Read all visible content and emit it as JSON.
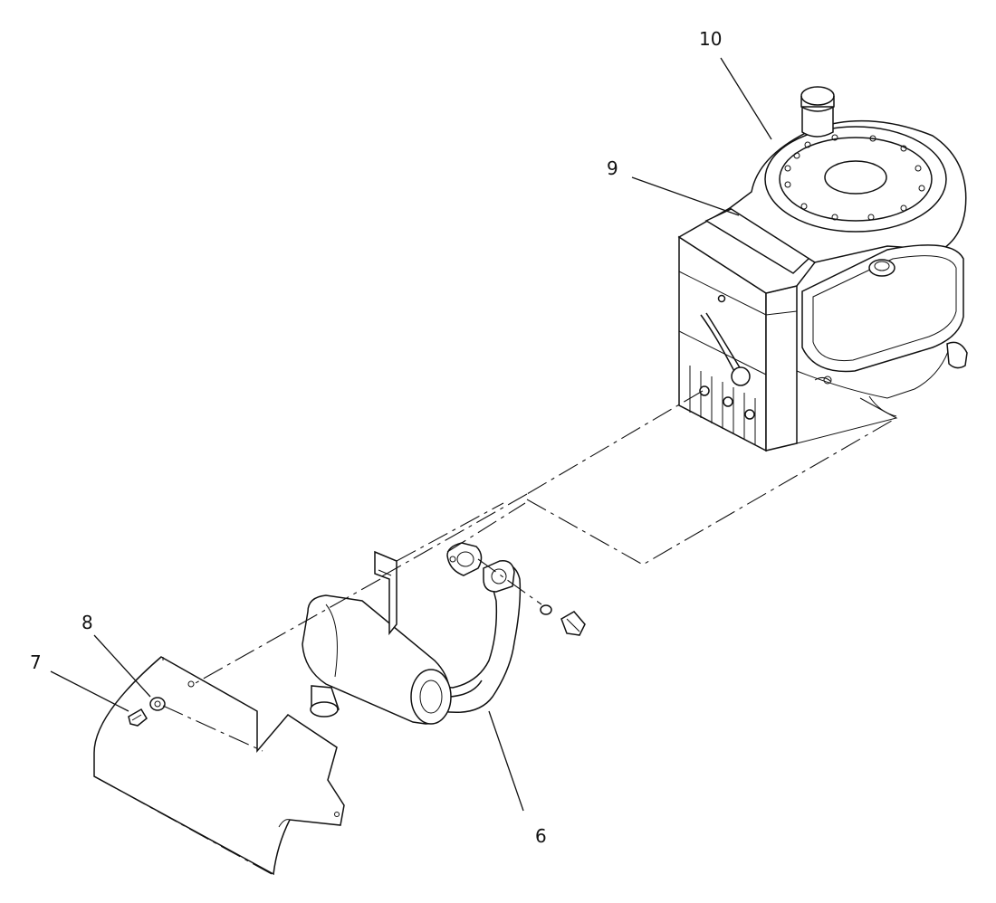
{
  "diagram": {
    "callouts": [
      {
        "id": "callout-10",
        "label": "10"
      },
      {
        "id": "callout-9",
        "label": "9"
      },
      {
        "id": "callout-8",
        "label": "8"
      },
      {
        "id": "callout-7",
        "label": "7"
      },
      {
        "id": "callout-6",
        "label": "6"
      }
    ]
  }
}
